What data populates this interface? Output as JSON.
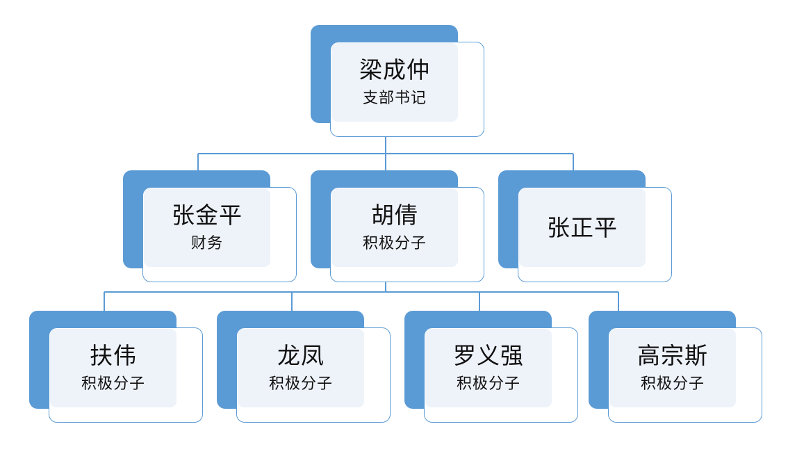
{
  "diagram": {
    "type": "organization-chart",
    "background_color": "#FFFFFF",
    "accent_color": "#5B9BD5",
    "card_fill_color": "#EEF2F9",
    "card_face_color": "#FFFFFF",
    "text_color": "#111111",
    "connector_color": "#5B9BD5"
  },
  "levels": [
    {
      "level": 1,
      "nodes": [
        {
          "id": "n1",
          "name": "梁成仲",
          "role": "支部书记"
        }
      ]
    },
    {
      "level": 2,
      "nodes": [
        {
          "id": "n2",
          "name": "张金平",
          "role": "财务"
        },
        {
          "id": "n3",
          "name": "胡倩",
          "role": "积极分子"
        },
        {
          "id": "n4",
          "name": "张正平",
          "role": ""
        }
      ]
    },
    {
      "level": 3,
      "nodes": [
        {
          "id": "n5",
          "name": "扶伟",
          "role": "积极分子"
        },
        {
          "id": "n6",
          "name": "龙凤",
          "role": "积极分子"
        },
        {
          "id": "n7",
          "name": "罗义强",
          "role": "积极分子"
        },
        {
          "id": "n8",
          "name": "高宗斯",
          "role": "积极分子"
        }
      ]
    }
  ],
  "nodes": {
    "n1": {
      "name": "梁成仲",
      "role": "支部书记"
    },
    "n2": {
      "name": "张金平",
      "role": "财务"
    },
    "n3": {
      "name": "胡倩",
      "role": "积极分子"
    },
    "n4": {
      "name": "张正平",
      "role": ""
    },
    "n5": {
      "name": "扶伟",
      "role": "积极分子"
    },
    "n6": {
      "name": "龙凤",
      "role": "积极分子"
    },
    "n7": {
      "name": "罗义强",
      "role": "积极分子"
    },
    "n8": {
      "name": "高宗斯",
      "role": "积极分子"
    }
  },
  "edges": [
    {
      "from": "n1",
      "to": "n2"
    },
    {
      "from": "n1",
      "to": "n3"
    },
    {
      "from": "n1",
      "to": "n4"
    },
    {
      "from": "n3",
      "to": "n5"
    },
    {
      "from": "n3",
      "to": "n6"
    },
    {
      "from": "n3",
      "to": "n7"
    },
    {
      "from": "n3",
      "to": "n8"
    }
  ]
}
